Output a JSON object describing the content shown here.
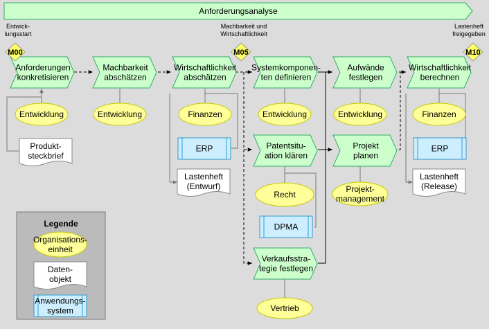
{
  "banner": {
    "title": "Anforderungsanalyse"
  },
  "milestones": [
    {
      "id": "M00",
      "caption": [
        "Entwick-",
        "lungsstart"
      ]
    },
    {
      "id": "M05",
      "caption": [
        "Machbarkeit und",
        "Wirtschaftlichkeit"
      ]
    },
    {
      "id": "M10",
      "caption": [
        "Lastenheft",
        "freigegeben"
      ]
    }
  ],
  "functions": {
    "anforderungen": [
      "Anforderungen",
      "konkretisieren"
    ],
    "machbarkeit": [
      "Machbarkeit",
      "abschätzen"
    ],
    "wirtschaftlichkeit_abschaetzen": [
      "Wirtschaftlichkeit",
      "abschätzen"
    ],
    "systemkomponenten": [
      "Systemkomponen-",
      "ten definieren"
    ],
    "aufwaende": [
      "Aufwände",
      "festlegen"
    ],
    "wirtschaftlichkeit_berechnen": [
      "Wirtschaftlichkeit",
      "berechnen"
    ],
    "patentsituation": [
      "Patentsitu-",
      "ation klären"
    ],
    "projekt_planen": [
      "Projekt",
      "planen"
    ],
    "verkaufsstrategie": [
      "Verkaufsstra-",
      "tegie festlegen"
    ]
  },
  "org_units": {
    "entwicklung_1": [
      "Entwicklung"
    ],
    "entwicklung_2": [
      "Entwicklung"
    ],
    "finanzen_1": [
      "Finanzen"
    ],
    "entwicklung_3": [
      "Entwicklung"
    ],
    "entwicklung_4": [
      "Entwicklung"
    ],
    "finanzen_2": [
      "Finanzen"
    ],
    "recht": [
      "Recht"
    ],
    "projektmanagement": [
      "Projekt-",
      "management"
    ],
    "vertrieb": [
      "Vertrieb"
    ]
  },
  "data_objects": {
    "produktsteckbrief": [
      "Produkt-",
      "steckbrief"
    ],
    "lastenheft_entwurf": [
      "Lastenheft",
      "(Entwurf)"
    ],
    "lastenheft_release": [
      "Lastenheft",
      "(Release)"
    ]
  },
  "systems": {
    "erp_1": "ERP",
    "erp_2": "ERP",
    "dpma": "DPMA"
  },
  "legend": {
    "title": "Legende",
    "org_unit": [
      "Organisations-",
      "einheit"
    ],
    "data_object": [
      "Daten-",
      "objekt"
    ],
    "app_system": [
      "Anwendungs-",
      "system"
    ]
  },
  "colors": {
    "function_fill": "#ccffcc",
    "function_stroke": "#33aa66",
    "org_fill": "#ffff99",
    "org_stroke": "#c8c800",
    "system_fill": "#cceeff",
    "system_stroke": "#3399cc",
    "milestone_fill": "#ffff66",
    "background": "#dcdcdc"
  }
}
